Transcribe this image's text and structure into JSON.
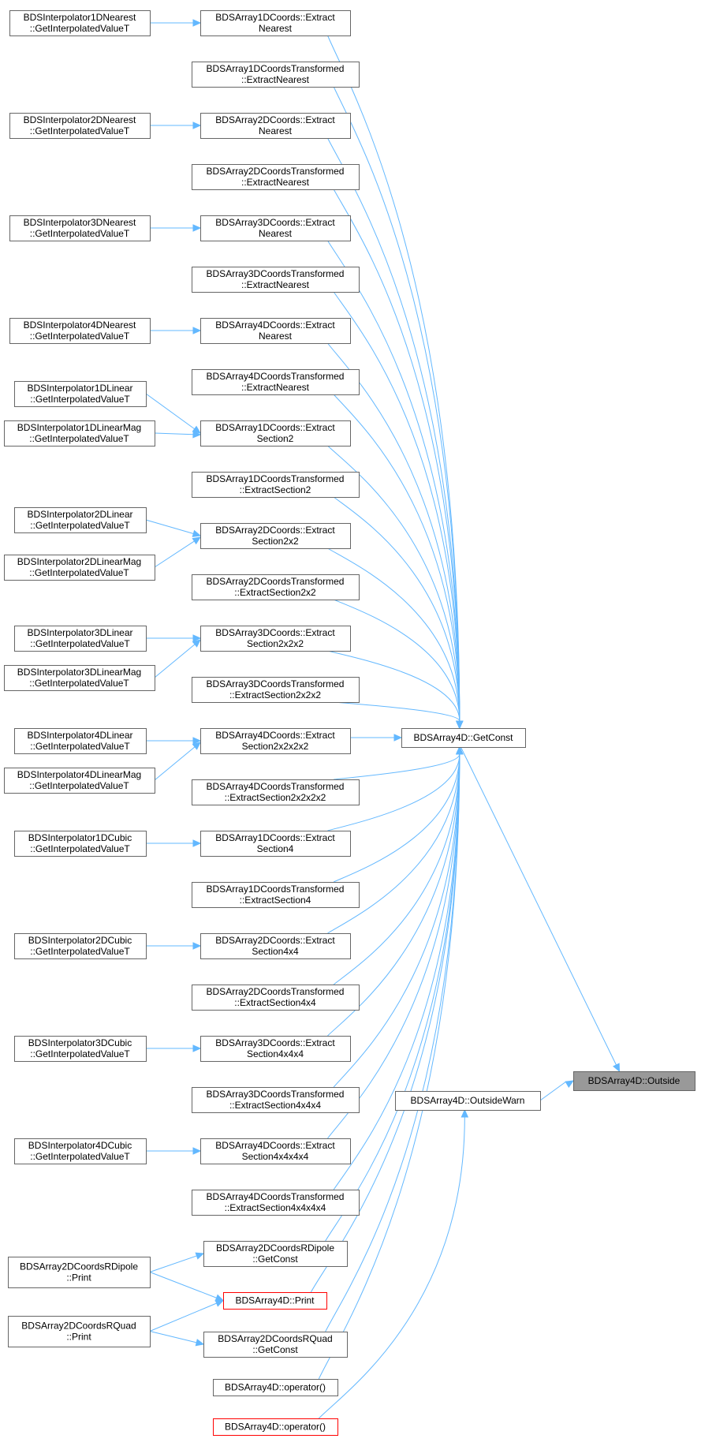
{
  "colors": {
    "edge": "#63b8ff",
    "node_border": "#666666",
    "node_border_highlight": "#ff0000",
    "root_fill": "#999999"
  },
  "nodes": [
    {
      "id": "n1",
      "lines": [
        "BDSInterpolator1DNearest",
        "::GetInterpolatedValueT"
      ]
    },
    {
      "id": "n2",
      "lines": [
        "BDSArray1DCoords::Extract",
        "Nearest"
      ]
    },
    {
      "id": "n3",
      "lines": [
        "BDSArray1DCoordsTransformed",
        "::ExtractNearest"
      ]
    },
    {
      "id": "n4",
      "lines": [
        "BDSInterpolator2DNearest",
        "::GetInterpolatedValueT"
      ]
    },
    {
      "id": "n5",
      "lines": [
        "BDSArray2DCoords::Extract",
        "Nearest"
      ]
    },
    {
      "id": "n6",
      "lines": [
        "BDSArray2DCoordsTransformed",
        "::ExtractNearest"
      ]
    },
    {
      "id": "n7",
      "lines": [
        "BDSInterpolator3DNearest",
        "::GetInterpolatedValueT"
      ]
    },
    {
      "id": "n8",
      "lines": [
        "BDSArray3DCoords::Extract",
        "Nearest"
      ]
    },
    {
      "id": "n9",
      "lines": [
        "BDSArray3DCoordsTransformed",
        "::ExtractNearest"
      ]
    },
    {
      "id": "n10",
      "lines": [
        "BDSInterpolator4DNearest",
        "::GetInterpolatedValueT"
      ]
    },
    {
      "id": "n11",
      "lines": [
        "BDSArray4DCoords::Extract",
        "Nearest"
      ]
    },
    {
      "id": "n12",
      "lines": [
        "BDSArray4DCoordsTransformed",
        "::ExtractNearest"
      ]
    },
    {
      "id": "n13",
      "lines": [
        "BDSInterpolator1DLinear",
        "::GetInterpolatedValueT"
      ]
    },
    {
      "id": "n14",
      "lines": [
        "BDSInterpolator1DLinearMag",
        "::GetInterpolatedValueT"
      ]
    },
    {
      "id": "n15",
      "lines": [
        "BDSArray1DCoords::Extract",
        "Section2"
      ]
    },
    {
      "id": "n16",
      "lines": [
        "BDSArray1DCoordsTransformed",
        "::ExtractSection2"
      ]
    },
    {
      "id": "n17",
      "lines": [
        "BDSInterpolator2DLinear",
        "::GetInterpolatedValueT"
      ]
    },
    {
      "id": "n18",
      "lines": [
        "BDSInterpolator2DLinearMag",
        "::GetInterpolatedValueT"
      ]
    },
    {
      "id": "n19",
      "lines": [
        "BDSArray2DCoords::Extract",
        "Section2x2"
      ]
    },
    {
      "id": "n20",
      "lines": [
        "BDSArray2DCoordsTransformed",
        "::ExtractSection2x2"
      ]
    },
    {
      "id": "n21",
      "lines": [
        "BDSInterpolator3DLinear",
        "::GetInterpolatedValueT"
      ]
    },
    {
      "id": "n22",
      "lines": [
        "BDSInterpolator3DLinearMag",
        "::GetInterpolatedValueT"
      ]
    },
    {
      "id": "n23",
      "lines": [
        "BDSArray3DCoords::Extract",
        "Section2x2x2"
      ]
    },
    {
      "id": "n24",
      "lines": [
        "BDSArray3DCoordsTransformed",
        "::ExtractSection2x2x2"
      ]
    },
    {
      "id": "n25",
      "lines": [
        "BDSInterpolator4DLinear",
        "::GetInterpolatedValueT"
      ]
    },
    {
      "id": "n26",
      "lines": [
        "BDSInterpolator4DLinearMag",
        "::GetInterpolatedValueT"
      ]
    },
    {
      "id": "n27",
      "lines": [
        "BDSArray4DCoords::Extract",
        "Section2x2x2x2"
      ]
    },
    {
      "id": "n28",
      "lines": [
        "BDSArray4DCoordsTransformed",
        "::ExtractSection2x2x2x2"
      ]
    },
    {
      "id": "n29",
      "lines": [
        "BDSInterpolator1DCubic",
        "::GetInterpolatedValueT"
      ]
    },
    {
      "id": "n30",
      "lines": [
        "BDSArray1DCoords::Extract",
        "Section4"
      ]
    },
    {
      "id": "n31",
      "lines": [
        "BDSArray1DCoordsTransformed",
        "::ExtractSection4"
      ]
    },
    {
      "id": "n32",
      "lines": [
        "BDSInterpolator2DCubic",
        "::GetInterpolatedValueT"
      ]
    },
    {
      "id": "n33",
      "lines": [
        "BDSArray2DCoords::Extract",
        "Section4x4"
      ]
    },
    {
      "id": "n34",
      "lines": [
        "BDSArray2DCoordsTransformed",
        "::ExtractSection4x4"
      ]
    },
    {
      "id": "n35",
      "lines": [
        "BDSInterpolator3DCubic",
        "::GetInterpolatedValueT"
      ]
    },
    {
      "id": "n36",
      "lines": [
        "BDSArray3DCoords::Extract",
        "Section4x4x4"
      ]
    },
    {
      "id": "n37",
      "lines": [
        "BDSArray3DCoordsTransformed",
        "::ExtractSection4x4x4"
      ]
    },
    {
      "id": "n38",
      "lines": [
        "BDSInterpolator4DCubic",
        "::GetInterpolatedValueT"
      ]
    },
    {
      "id": "n39",
      "lines": [
        "BDSArray4DCoords::Extract",
        "Section4x4x4x4"
      ]
    },
    {
      "id": "n40",
      "lines": [
        "BDSArray4DCoordsTransformed",
        "::ExtractSection4x4x4x4"
      ]
    },
    {
      "id": "n41",
      "lines": [
        "BDSArray2DCoordsRDipole",
        "::Print"
      ]
    },
    {
      "id": "n42",
      "lines": [
        "BDSArray2DCoordsRDipole",
        "::GetConst"
      ]
    },
    {
      "id": "n43",
      "lines": [
        "BDSArray4D::Print"
      ],
      "highlight": "red"
    },
    {
      "id": "n44",
      "lines": [
        "BDSArray2DCoordsRQuad",
        "::Print"
      ]
    },
    {
      "id": "n45",
      "lines": [
        "BDSArray2DCoordsRQuad",
        "::GetConst"
      ]
    },
    {
      "id": "n46",
      "lines": [
        "BDSArray4D::operator()"
      ]
    },
    {
      "id": "n47",
      "lines": [
        "BDSArray4D::operator()"
      ],
      "highlight": "red"
    },
    {
      "id": "gc",
      "lines": [
        "BDSArray4D::GetConst"
      ]
    },
    {
      "id": "ow",
      "lines": [
        "BDSArray4D::OutsideWarn"
      ]
    },
    {
      "id": "root",
      "lines": [
        "BDSArray4D::Outside"
      ],
      "highlight": "root"
    }
  ],
  "edges": [
    [
      "n1",
      "n2"
    ],
    [
      "n4",
      "n5"
    ],
    [
      "n7",
      "n8"
    ],
    [
      "n10",
      "n11"
    ],
    [
      "n13",
      "n15"
    ],
    [
      "n14",
      "n15"
    ],
    [
      "n17",
      "n19"
    ],
    [
      "n18",
      "n19"
    ],
    [
      "n21",
      "n23"
    ],
    [
      "n22",
      "n23"
    ],
    [
      "n25",
      "n27"
    ],
    [
      "n26",
      "n27"
    ],
    [
      "n29",
      "n30"
    ],
    [
      "n32",
      "n33"
    ],
    [
      "n35",
      "n36"
    ],
    [
      "n38",
      "n39"
    ],
    [
      "n41",
      "n42"
    ],
    [
      "n41",
      "n43"
    ],
    [
      "n44",
      "n43"
    ],
    [
      "n44",
      "n45"
    ],
    [
      "n2",
      "gc"
    ],
    [
      "n3",
      "gc"
    ],
    [
      "n5",
      "gc"
    ],
    [
      "n6",
      "gc"
    ],
    [
      "n8",
      "gc"
    ],
    [
      "n9",
      "gc"
    ],
    [
      "n11",
      "gc"
    ],
    [
      "n12",
      "gc"
    ],
    [
      "n15",
      "gc"
    ],
    [
      "n16",
      "gc"
    ],
    [
      "n19",
      "gc"
    ],
    [
      "n20",
      "gc"
    ],
    [
      "n23",
      "gc"
    ],
    [
      "n24",
      "gc"
    ],
    [
      "n27",
      "gc"
    ],
    [
      "n28",
      "gc"
    ],
    [
      "n30",
      "gc"
    ],
    [
      "n31",
      "gc"
    ],
    [
      "n33",
      "gc"
    ],
    [
      "n34",
      "gc"
    ],
    [
      "n36",
      "gc"
    ],
    [
      "n37",
      "gc"
    ],
    [
      "n39",
      "gc"
    ],
    [
      "n40",
      "gc"
    ],
    [
      "n42",
      "gc"
    ],
    [
      "n43",
      "gc"
    ],
    [
      "n45",
      "gc"
    ],
    [
      "n46",
      "gc"
    ],
    [
      "n47",
      "ow"
    ],
    [
      "gc",
      "root"
    ],
    [
      "ow",
      "root"
    ]
  ]
}
